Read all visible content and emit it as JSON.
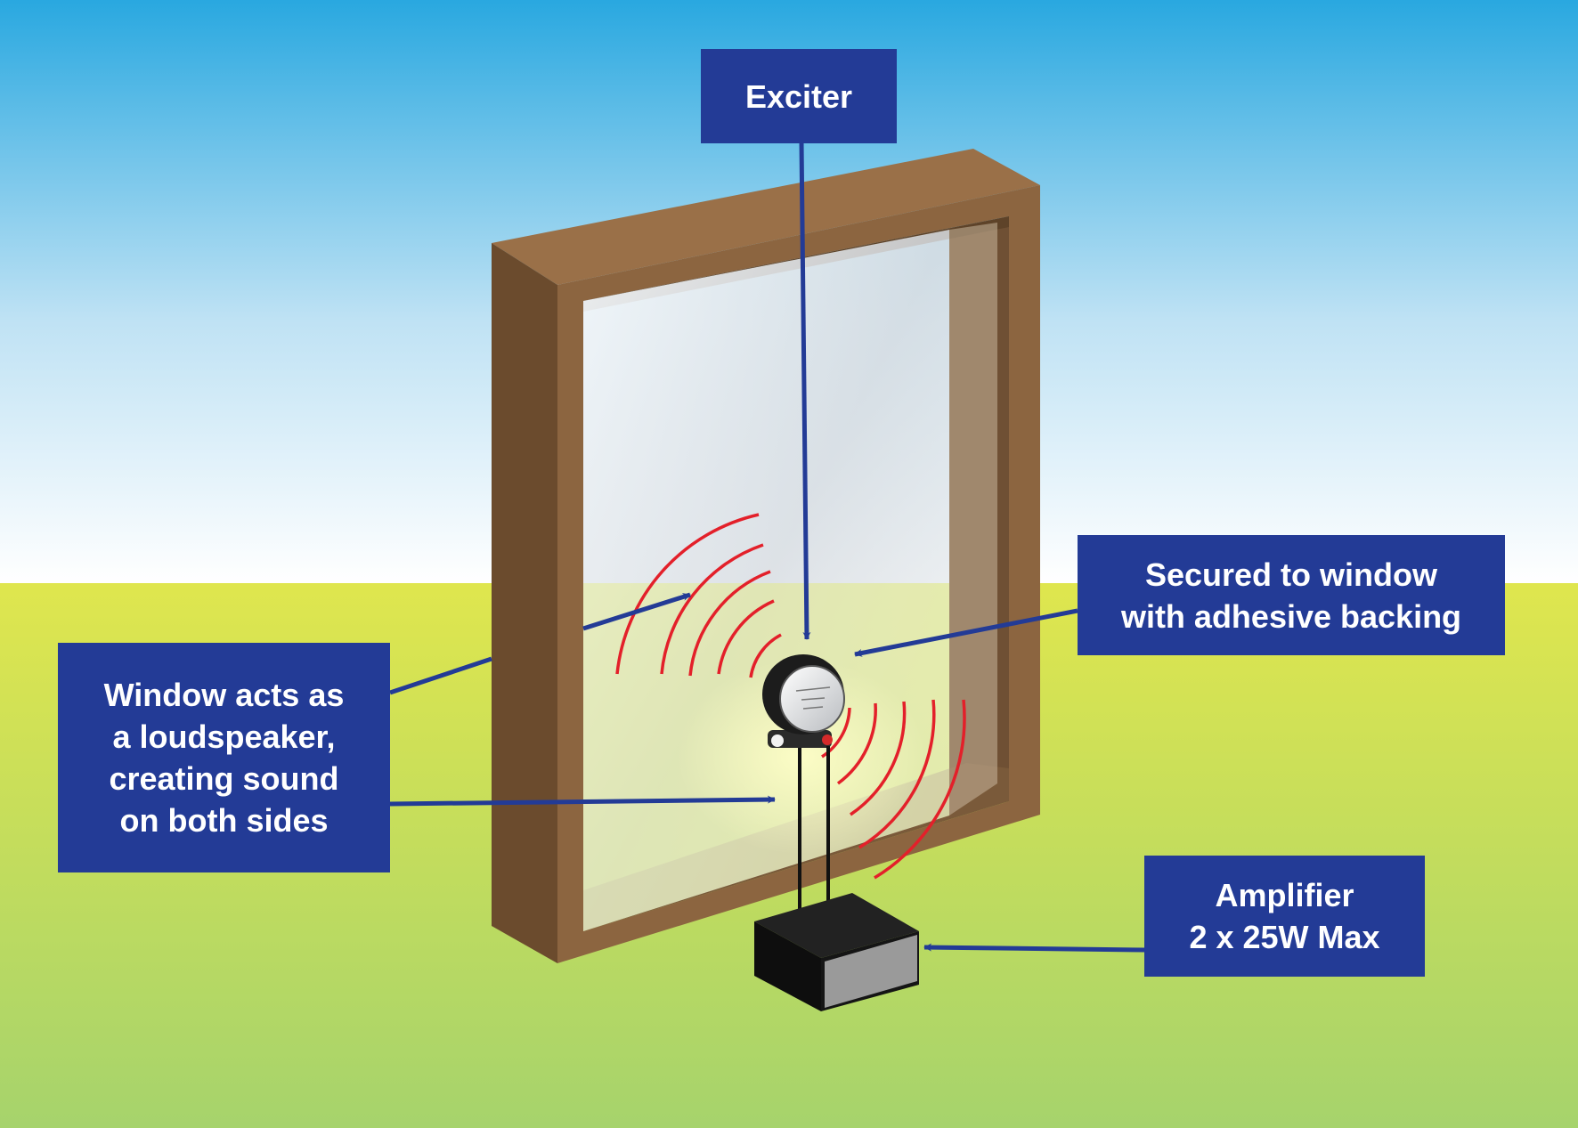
{
  "labels": {
    "exciter": {
      "lines": [
        "Exciter"
      ]
    },
    "secured": {
      "lines": [
        "Secured to window",
        "with adhesive backing"
      ]
    },
    "window": {
      "lines": [
        "Window acts as",
        "a loudspeaker,",
        "creating sound",
        "on both sides"
      ]
    },
    "amplifier": {
      "lines": [
        "Amplifier",
        "2 x 25W Max"
      ]
    }
  },
  "colors": {
    "sky_top": "#29a8e0",
    "sky_bottom": "#ffffff",
    "grass_top": "#dde650",
    "grass_bottom": "#a7d36c",
    "frame_front": "#8c6540",
    "frame_side": "#6b4b2d",
    "frame_top": "#9a7048",
    "label_bg": "#233b96",
    "arrow": "#233b96",
    "sound_waves": "#e3202a",
    "amplifier_body": "#111111",
    "amplifier_panel": "#9a9a9a"
  },
  "icons": [
    "window-frame",
    "exciter-speaker-icon",
    "amplifier-box-icon",
    "sound-wave-arcs"
  ]
}
